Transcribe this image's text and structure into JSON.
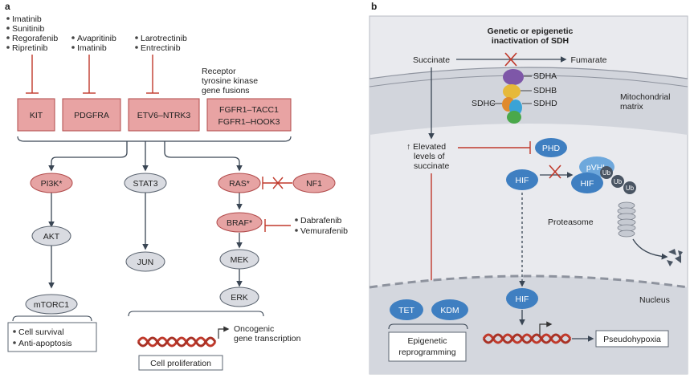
{
  "panel_a": {
    "letter": "a",
    "drug_groups": [
      {
        "items": [
          "Imatinib",
          "Sunitinib",
          "Regorafenib",
          "Ripretinib"
        ]
      },
      {
        "items": [
          "Avapritinib",
          "Imatinib"
        ]
      },
      {
        "items": [
          "Larotrectinib",
          "Entrectinib"
        ]
      }
    ],
    "receptor_note": [
      "Receptor",
      "tyrosine kinase",
      "gene fusions"
    ],
    "receptors": [
      "KIT",
      "PDGFRA",
      "ETV6–NTRK3"
    ],
    "fusion_box": [
      "FGFR1–TACC1",
      "FGFR1–HOOK3"
    ],
    "nodes": {
      "pi3k": "PI3K*",
      "akt": "AKT",
      "mtorc1": "mTORC1",
      "stat3": "STAT3",
      "jun": "JUN",
      "ras": "RAS*",
      "nf1": "NF1",
      "braf": "BRAF*",
      "mek": "MEK",
      "erk": "ERK"
    },
    "braf_drugs": [
      "Dabrafenib",
      "Vemurafenib"
    ],
    "outcome_left": [
      "Cell survival",
      "Anti-apoptosis"
    ],
    "oncogenic": [
      "Oncogenic",
      "gene transcription"
    ],
    "cell_proliferation": "Cell proliferation"
  },
  "panel_b": {
    "letter": "b",
    "title": [
      "Genetic or epigenetic",
      "inactivation of SDH"
    ],
    "succinate": "Succinate",
    "fumarate": "Fumarate",
    "sdh": {
      "a": "SDHA",
      "b": "SDHB",
      "c": "SDHC",
      "d": "SDHD"
    },
    "mito_label": [
      "Mitochondrial",
      "matrix"
    ],
    "elevated": [
      "↑ Elevated",
      "levels of",
      "succinate"
    ],
    "phd": "PHD",
    "pvhl": "pVHL",
    "hif": "HIF",
    "ub": "Ub",
    "proteasome": "Proteasome",
    "nucleus": "Nucleus",
    "tet": "TET",
    "kdm": "KDM",
    "epigenetic": [
      "Epigenetic",
      "reprogramming"
    ],
    "pseudohypoxia": "Pseudohypoxia"
  },
  "colors": {
    "receptor_fill": "#e8a3a3",
    "red_node": "#e6a3a3",
    "grey_node": "#d9dbe1",
    "inhibit_red": "#c0392b",
    "blue_node": "#3f7fc1",
    "panel_b_bg": "#e9eaee",
    "mito_fill": "#d2d5dc",
    "nucleus_fill": "#d4d7de"
  }
}
